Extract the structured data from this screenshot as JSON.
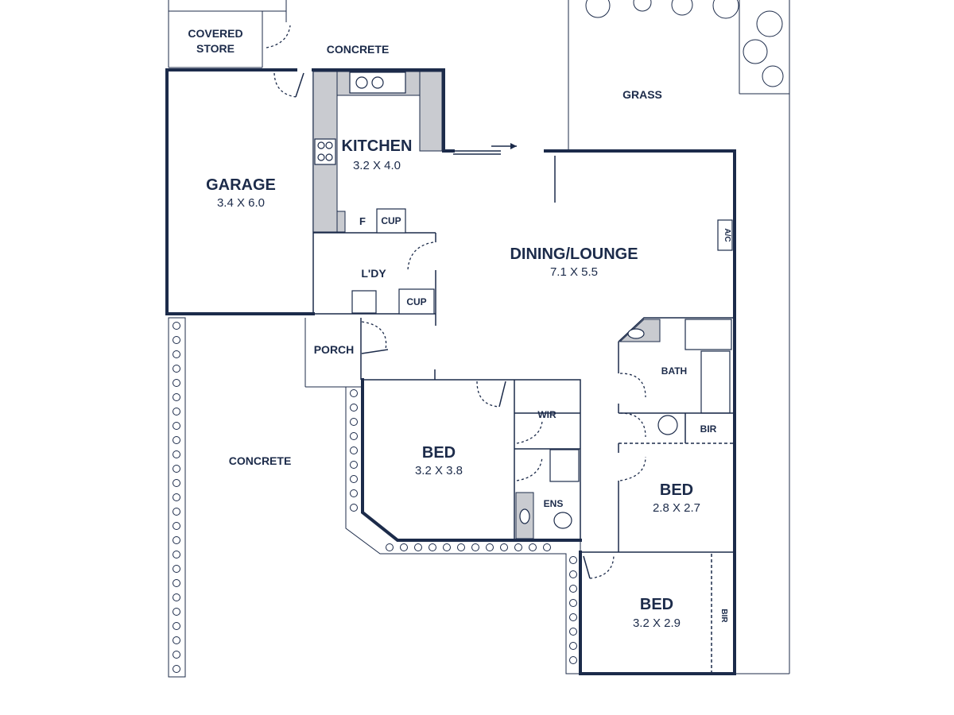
{
  "rooms": {
    "garage": {
      "name": "GARAGE",
      "dims": "3.4 X 6.0"
    },
    "kitchen": {
      "name": "KITCHEN",
      "dims": "3.2 X 4.0"
    },
    "dining": {
      "name": "DINING/LOUNGE",
      "dims": "7.1 X 5.5"
    },
    "bed1": {
      "name": "BED",
      "dims": "3.2 X 3.8"
    },
    "bed2": {
      "name": "BED",
      "dims": "2.8 X 2.7"
    },
    "bed3": {
      "name": "BED",
      "dims": "3.2 X 2.9"
    }
  },
  "areas": {
    "covered_store_line1": "COVERED",
    "covered_store_line2": "STORE",
    "concrete_top": "CONCRETE",
    "concrete_side": "CONCRETE",
    "grass": "GRASS",
    "porch": "PORCH",
    "laundry": "L'DY",
    "bath": "BATH",
    "wir": "WIR",
    "ens": "ENS"
  },
  "labels": {
    "fridge": "F",
    "cup_kitchen": "CUP",
    "cup_laundry": "CUP",
    "ac": "A/C",
    "bir_bed2": "BIR",
    "bir_bed3": "BIR"
  },
  "colors": {
    "line": "#1c2b4a",
    "bench": "#c9cbd0",
    "background": "#ffffff"
  }
}
